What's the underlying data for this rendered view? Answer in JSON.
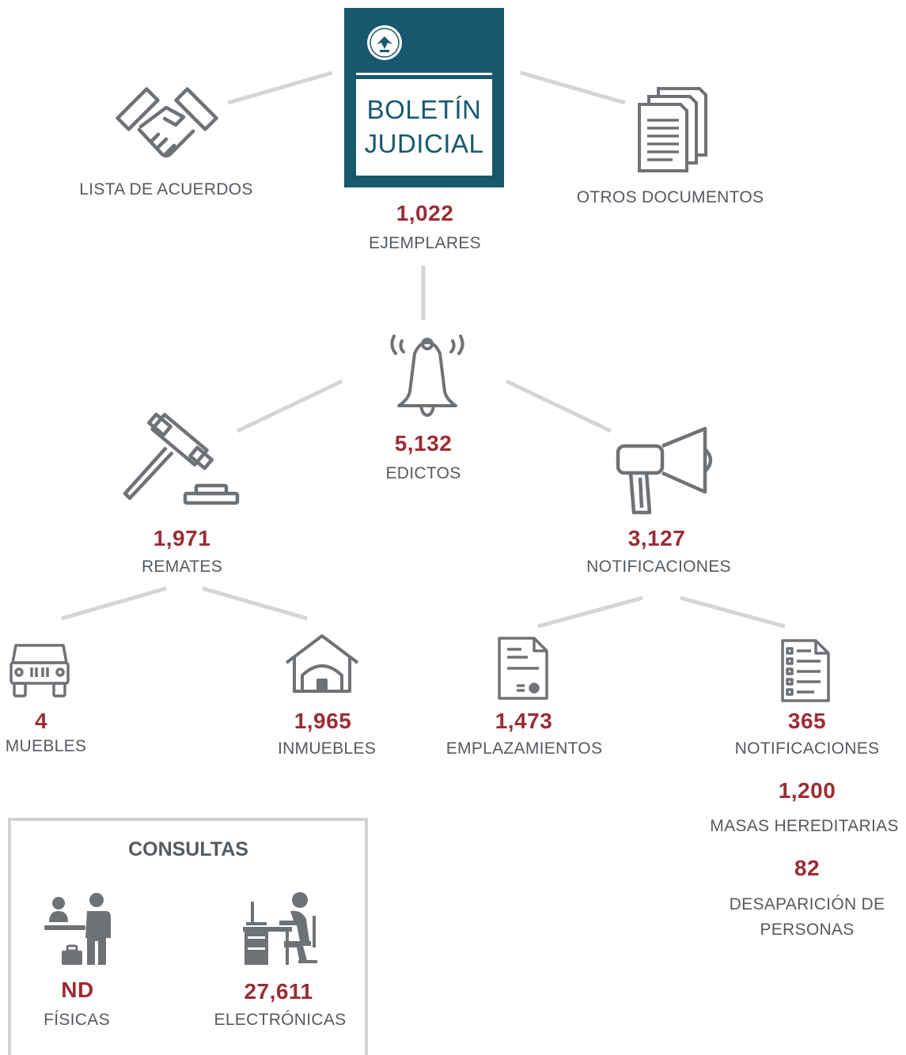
{
  "header": {
    "title_line1": "BOLETÍN",
    "title_line2": "JUDICIAL",
    "count": "1,022",
    "label": "EJEMPLARES"
  },
  "sides": {
    "left_label": "LISTA DE ACUERDOS",
    "right_label": "OTROS DOCUMENTOS"
  },
  "edictos": {
    "count": "5,132",
    "label": "EDICTOS"
  },
  "remates": {
    "count": "1,971",
    "label": "REMATES",
    "muebles": {
      "count": "4",
      "label": "MUEBLES"
    },
    "inmuebles": {
      "count": "1,965",
      "label": "INMUEBLES"
    }
  },
  "notificaciones": {
    "count": "3,127",
    "label": "NOTIFICACIONES",
    "emplazamientos": {
      "count": "1,473",
      "label": "EMPLAZAMIENTOS"
    },
    "notificaciones_sub": {
      "count": "365",
      "label": "NOTIFICACIONES"
    },
    "masas": {
      "count": "1,200",
      "label": "MASAS HEREDITARIAS"
    },
    "desaparicion": {
      "count": "82",
      "label_line1": "DESAPARICIÓN DE",
      "label_line2": "PERSONAS"
    }
  },
  "consultas": {
    "title": "CONSULTAS",
    "fisicas": {
      "count": "ND",
      "label": "FÍSICAS"
    },
    "electronicas": {
      "count": "27,611",
      "label": "ELECTRÓNICAS"
    }
  },
  "colors": {
    "accent": "#9b2c34",
    "brand": "#17586f",
    "icon": "#6e7276",
    "connector": "#d3d5d7",
    "text": "#555a5f"
  },
  "icons": [
    "handshake-icon",
    "documents-icon",
    "bell-icon",
    "gavel-icon",
    "megaphone-icon",
    "jeep-icon",
    "house-icon",
    "certificate-icon",
    "checklist-icon",
    "desk-service-icon",
    "computer-user-icon",
    "seal-icon"
  ]
}
